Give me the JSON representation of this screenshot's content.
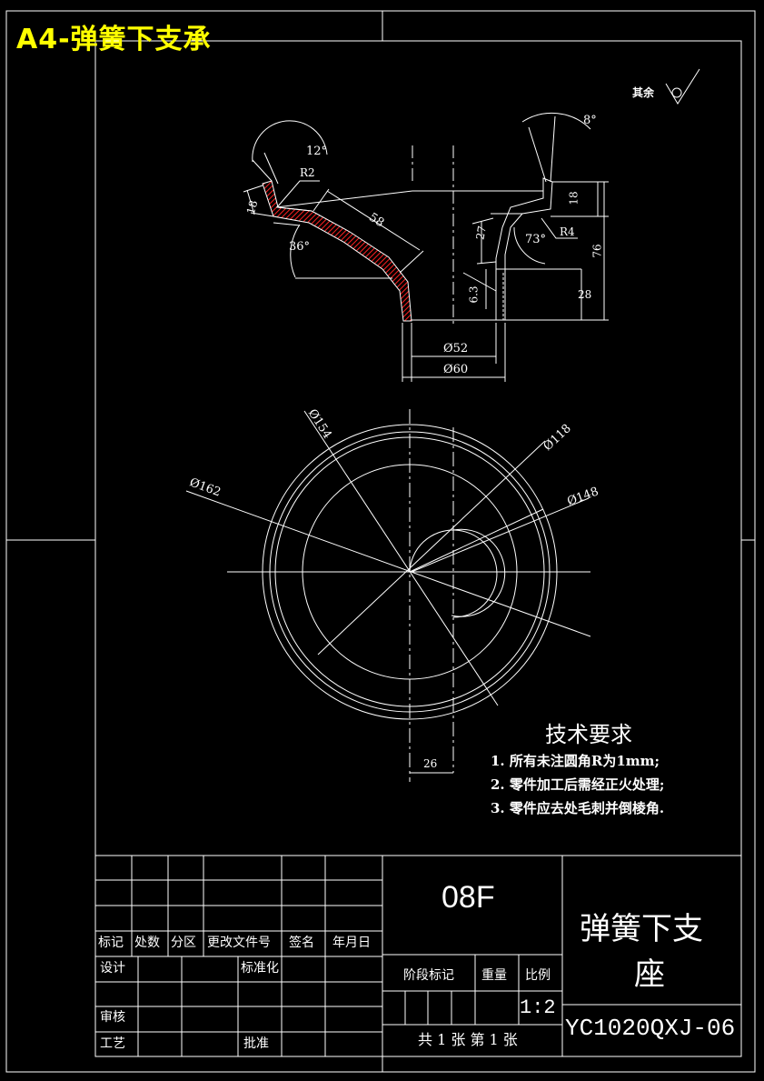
{
  "sheet_title": "A4-弹簧下支承",
  "roughness_note": "其余",
  "dims": {
    "angle_12": "12°",
    "r2": "R2",
    "d18_left": "18",
    "d58": "58",
    "angle_36": "36°",
    "angle_8": "8°",
    "d18_right": "18",
    "d27": "27",
    "r4": "R4",
    "angle_73": "73°",
    "d76": "76",
    "d6_3": "6.3",
    "d28": "28",
    "phi52": "Ø52",
    "phi60": "Ø60",
    "phi154": "Ø154",
    "phi118": "Ø118",
    "phi162": "Ø162",
    "phi148": "Ø148",
    "d26": "26"
  },
  "tech": {
    "heading": "技术要求",
    "items": [
      "1. 所有未注圆角R为1mm;",
      "2. 零件加工后需经正火处理;",
      "3. 零件应去处毛刺并倒棱角."
    ]
  },
  "title_block": {
    "material": "08F",
    "part_name_line1": "弹簧下支",
    "part_name_line2": "座",
    "drawing_no": "YC1020QXJ-06",
    "rev_headers": [
      "标记",
      "处数",
      "分区",
      "更改文件号",
      "签名",
      "年月日"
    ],
    "design": "设计",
    "standardize": "标准化",
    "review": "审核",
    "process": "工艺",
    "approve": "批准",
    "stage_mark": "阶段标记",
    "weight": "重量",
    "scale_label": "比例",
    "scale_value": "1:2",
    "sheet_count": "共 1 张 第 1 张"
  },
  "colors": {
    "line": "#ffffff",
    "hatch": "#ff2020",
    "title": "#ffff00",
    "background": "#000000"
  }
}
